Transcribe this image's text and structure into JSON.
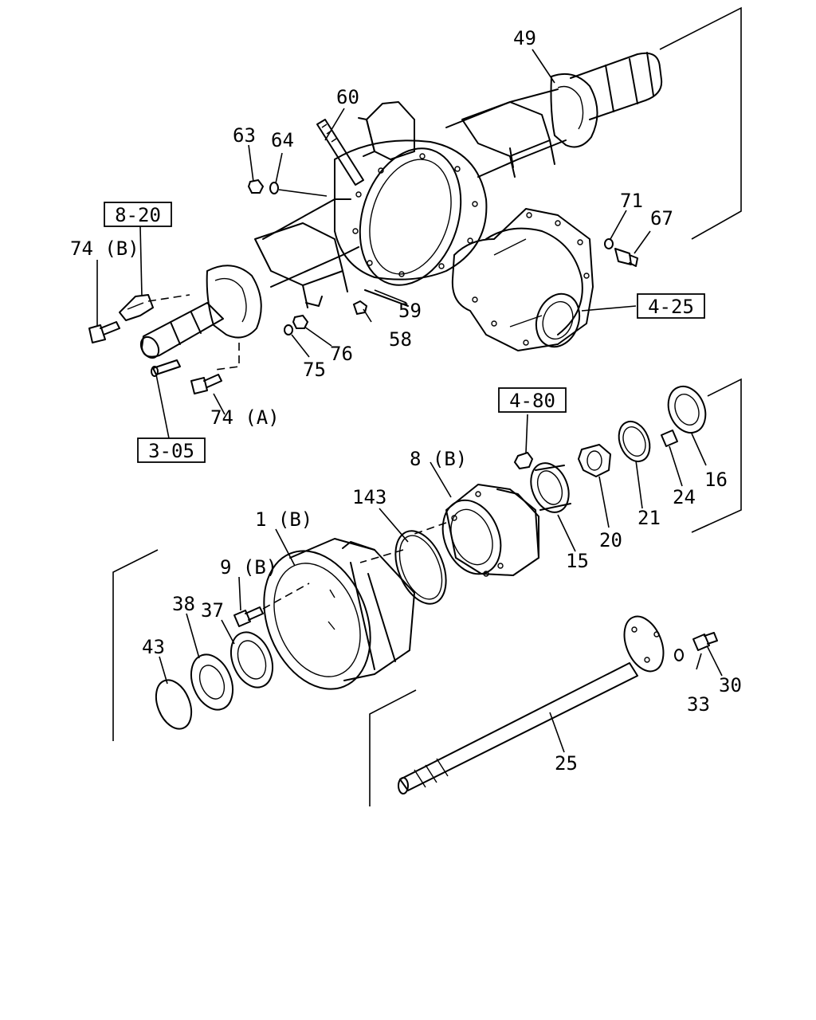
{
  "callouts": {
    "c49": "49",
    "c60": "60",
    "c63": "63",
    "c64": "64",
    "c71": "71",
    "c67": "67",
    "c74b": "74 (B)",
    "c59": "59",
    "c58": "58",
    "c76": "76",
    "c75": "75",
    "c74a": "74 (A)",
    "c8b": "8 (B)",
    "c143": "143",
    "c1b": "1 (B)",
    "c9b": "9 (B)",
    "c37": "37",
    "c38": "38",
    "c43": "43",
    "c16": "16",
    "c24": "24",
    "c21": "21",
    "c20": "20",
    "c15": "15",
    "c30": "30",
    "c33": "33",
    "c25": "25"
  },
  "refs": {
    "r820": "8-20",
    "r425": "4-25",
    "r305": "3-05",
    "r480": "4-80"
  }
}
